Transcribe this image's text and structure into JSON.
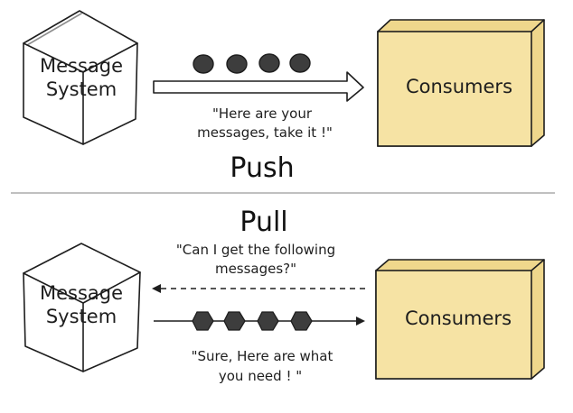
{
  "push": {
    "title": "Push",
    "source_label_line1": "Message",
    "source_label_line2": "System",
    "target_label": "Consumers",
    "quote_line1": "\"Here are your",
    "quote_line2": "messages, take it !\"",
    "message_count": 4
  },
  "pull": {
    "title": "Pull",
    "source_label_line1": "Message",
    "source_label_line2": "System",
    "target_label": "Consumers",
    "request_line1": "\"Can I get the following",
    "request_line2": "messages?\"",
    "reply_line1": "\"Sure, Here are what",
    "reply_line2": "you need ! \"",
    "message_count": 4
  },
  "colors": {
    "consumer_fill": "#f6e3a4",
    "consumer_side": "#efd78c",
    "message_fill": "#3d3d3d",
    "ink": "#1e1e1e",
    "divider": "#9a9a9a"
  }
}
